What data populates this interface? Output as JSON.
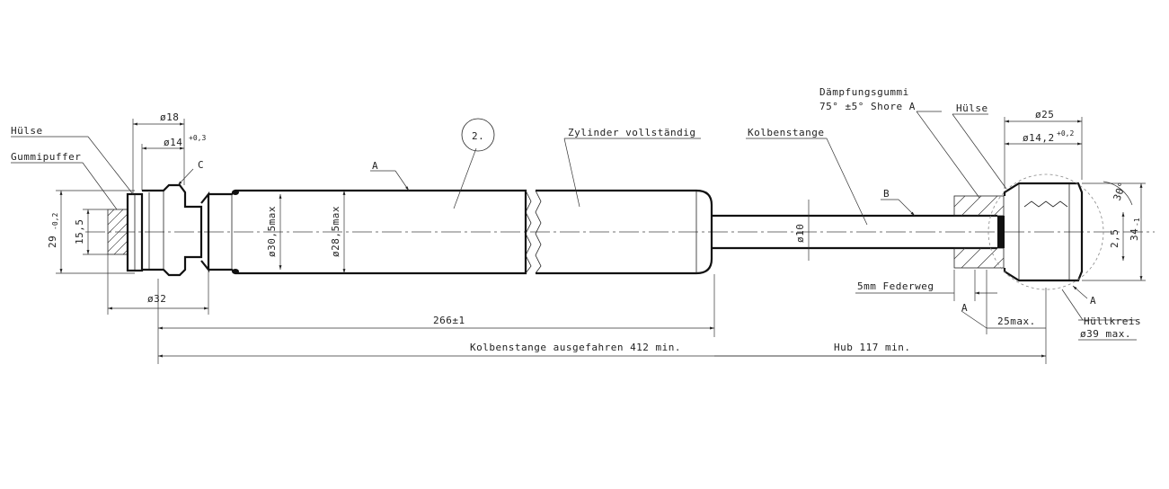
{
  "labels": {
    "huelse_left": "Hülse",
    "gummipuffer": "Gummipuffer",
    "d18": "ø18",
    "d14": "ø14",
    "d14_tol": "+0,3",
    "c": "C",
    "d32": "ø32",
    "d29": "29",
    "d29_tol": "-0,2",
    "d15_5": "15,5",
    "a_top": "A",
    "d30_5": "ø30,5max",
    "d28_5": "ø28,5max",
    "balloon_2": "2.",
    "zylinder": "Zylinder vollständig",
    "kolbenstange": "Kolbenstange",
    "b": "B",
    "d10": "ø10",
    "daempfung_1": "Dämpfungsgummi",
    "daempfung_2": "75° ±5°  Shore A",
    "huelse_right": "Hülse",
    "d25": "ø25",
    "d14_2": "ø14,2",
    "d14_2_tol": "+0,2",
    "angle30": "30°",
    "dim_2_5": "2,5",
    "dim_34": "34",
    "dim_34_tol": "-1",
    "federweg": "5mm Federweg",
    "a_bottom": "A",
    "a_right": "A",
    "max25": "25max.",
    "huellkreis": "Hüllkreis",
    "d39": "ø39 max.",
    "len_266": "266±1",
    "len_412": "Kolbenstange ausgefahren 412 min.",
    "hub": "Hub 117 min."
  }
}
